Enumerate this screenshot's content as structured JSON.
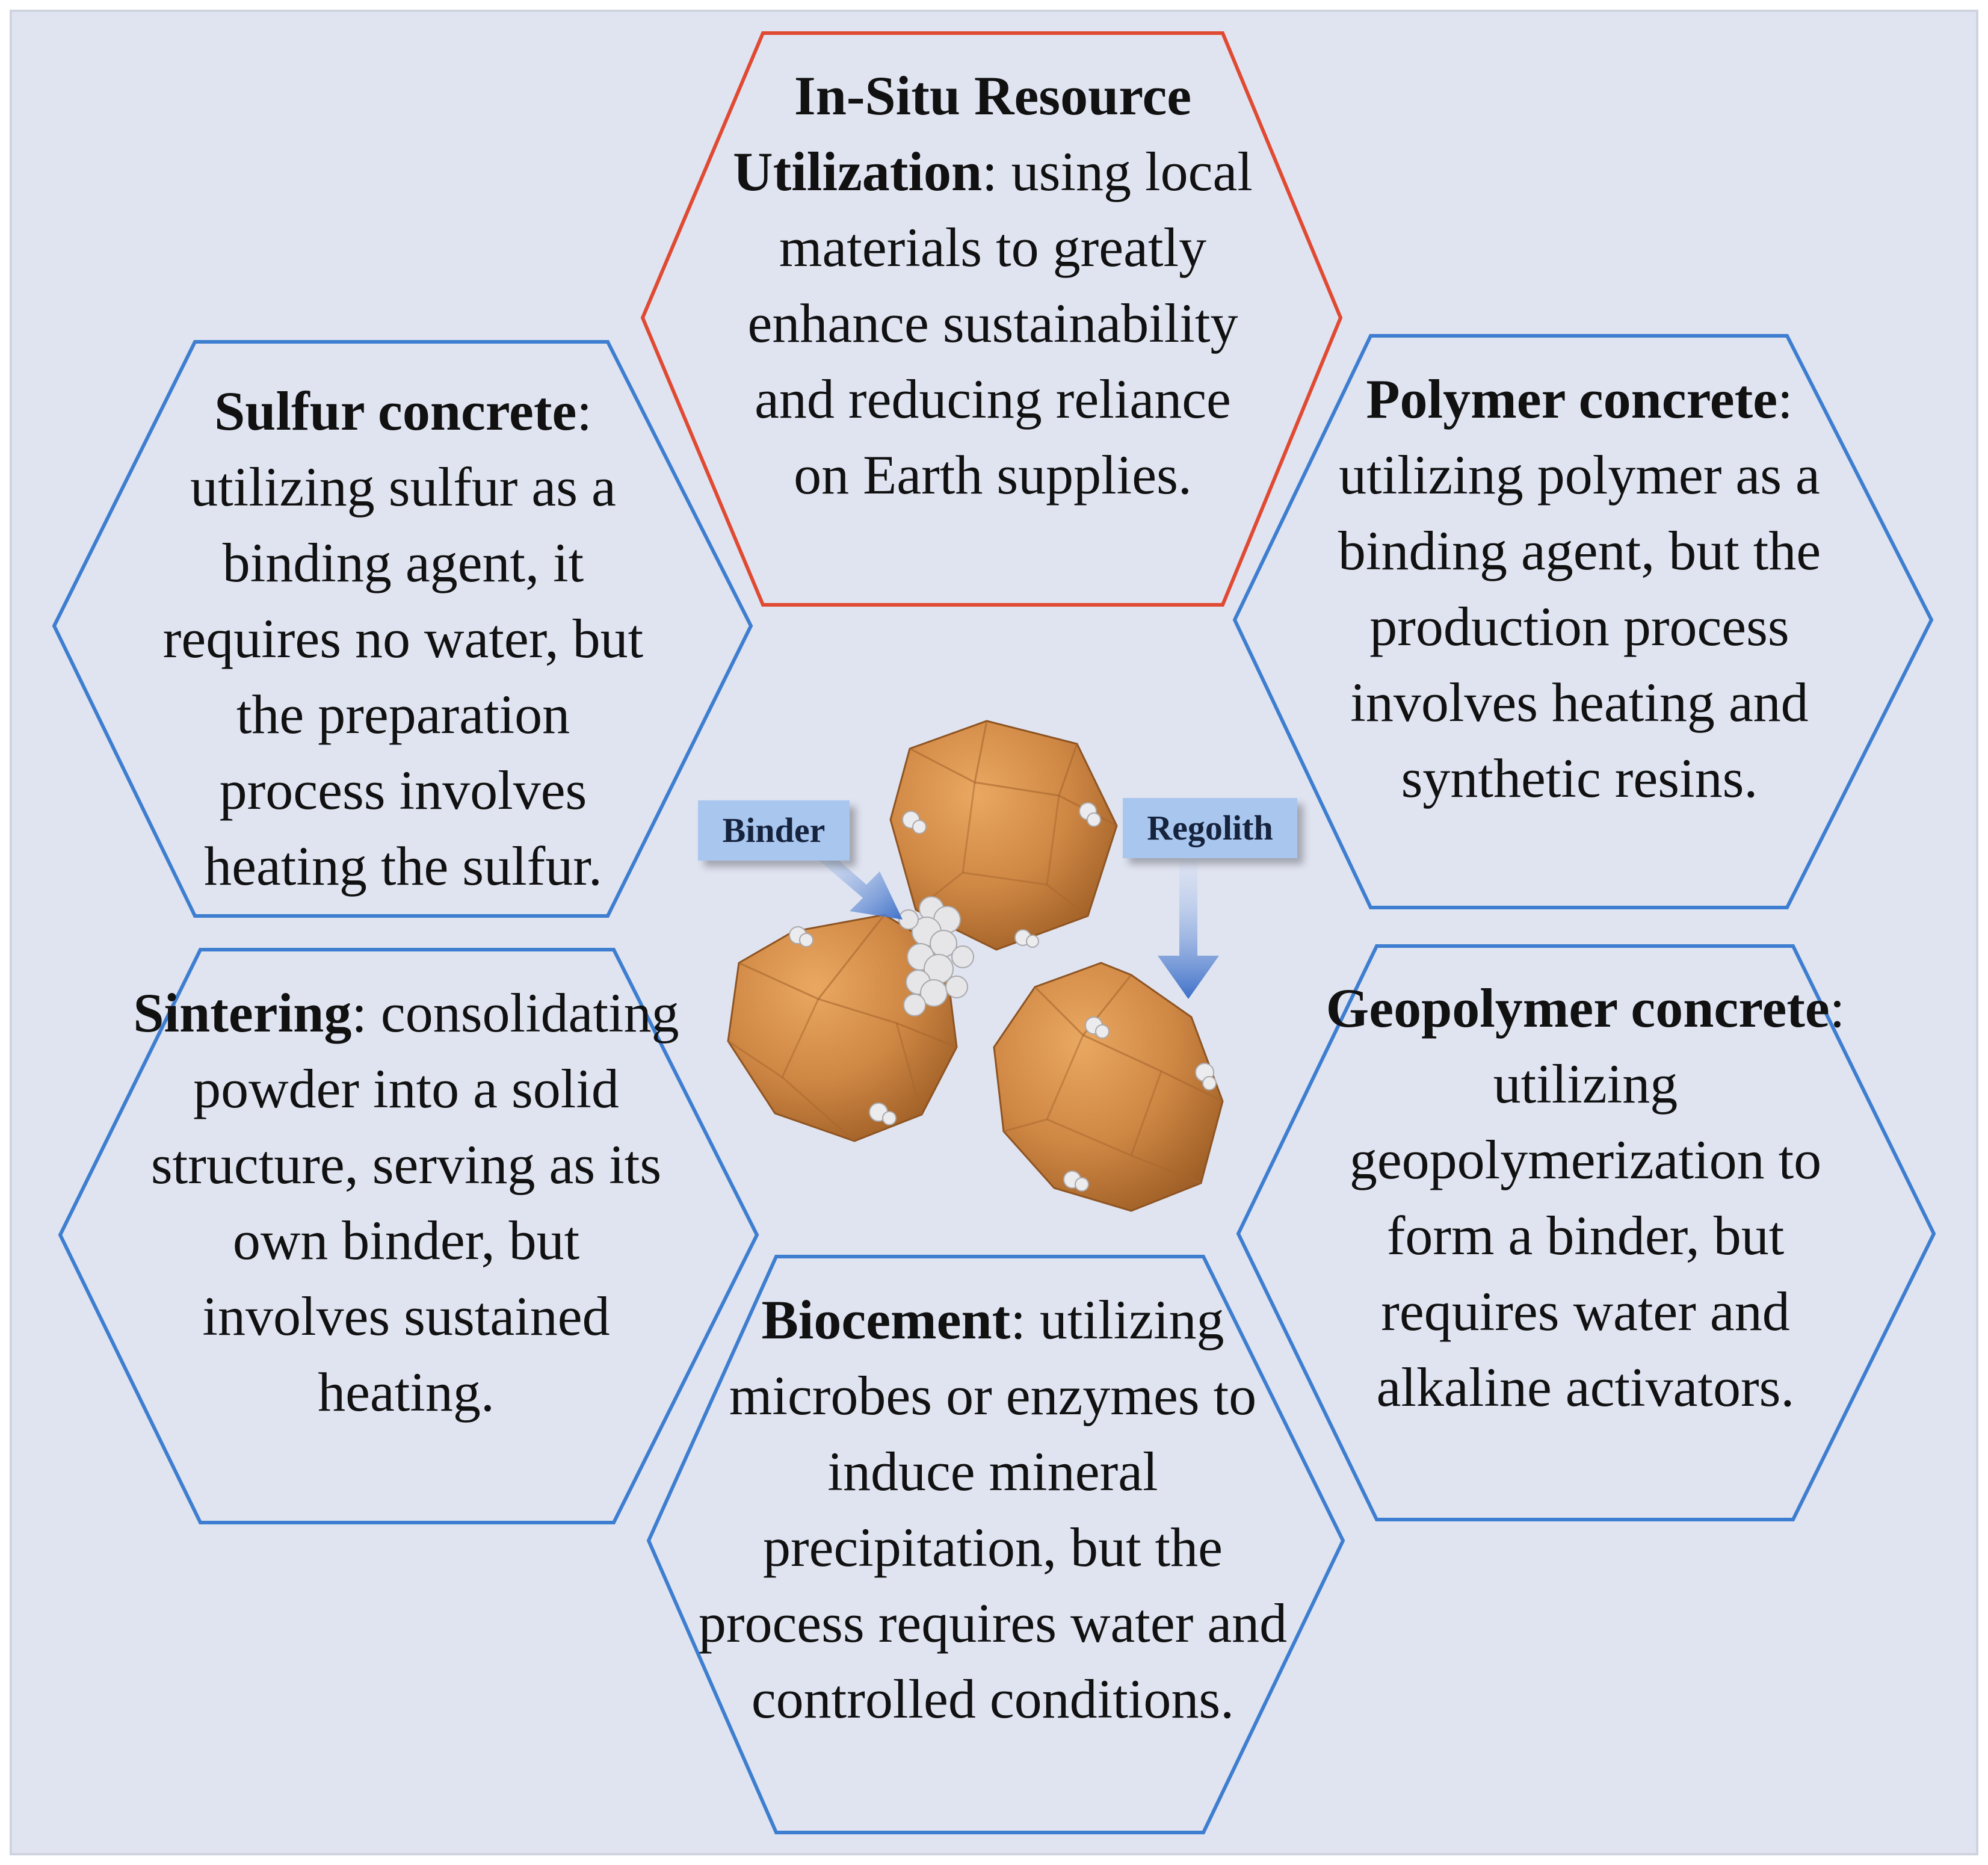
{
  "colors": {
    "background": "#e0e4f1",
    "hex_border_blue": "#3e7ed0",
    "hex_border_red": "#e04a32",
    "particle": "#d08a46",
    "label_fill": "#a9c6ef"
  },
  "center_figure": {
    "binder_label": "Binder",
    "regolith_label": "Regolith"
  },
  "hexagons": {
    "isru": {
      "title": "In-Situ Resource Utilization",
      "description": ": using local materials to greatly enhance sustainability and reducing reliance on Earth supplies."
    },
    "sulfur": {
      "title": "Sulfur concrete",
      "description": ": utilizing sulfur as a binding agent, it requires no water, but the preparation process involves heating the sulfur."
    },
    "polymer": {
      "title": "Polymer concrete",
      "description": ": utilizing polymer as a binding agent, but the production process involves heating and synthetic resins."
    },
    "sintering": {
      "title": "Sintering",
      "description": ": consolidating powder into a solid structure, serving as its own binder, but involves sustained heating."
    },
    "geopolymer": {
      "title": "Geopolymer concrete",
      "description": ": utilizing geopolymerization to form a binder, but requires water and alkaline activators."
    },
    "biocement": {
      "title": "Biocement",
      "description": ": utilizing microbes or enzymes to induce mineral precipitation, but the process requires water and controlled conditions."
    }
  }
}
